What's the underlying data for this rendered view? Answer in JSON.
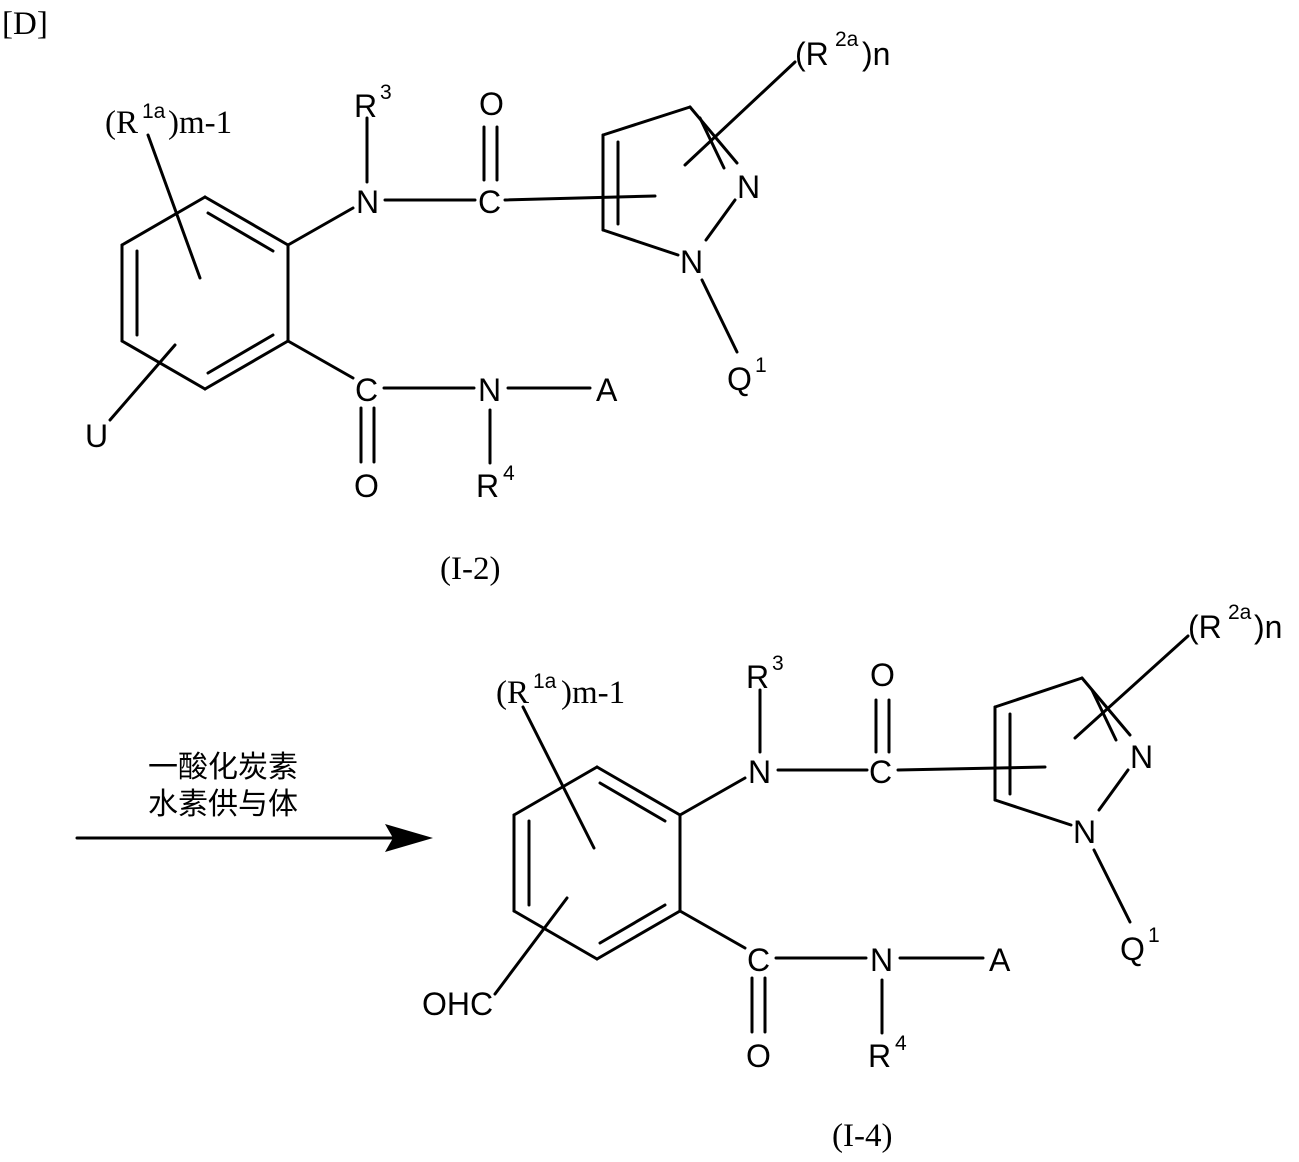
{
  "scheme_label": "[D]",
  "reactant": {
    "label": "(I-2)",
    "r1a_sub": "(R",
    "r1a_sup": "1a",
    "r1a_suffix": ")m-1",
    "r3": "R",
    "r3_sup": "3",
    "r2a_open": "(R",
    "r2a_sup": "2a",
    "r2a_suffix": ")n",
    "n_amide": "N",
    "c_amide": "C",
    "o_amide": "O",
    "pyrazole_n2": "N",
    "pyrazole_n1": "N",
    "q1": "Q",
    "q1_sup": "1",
    "c_lower": "C",
    "n_lower": "N",
    "a": "A",
    "o_lower": "O",
    "r4": "R",
    "r4_sup": "4",
    "u": "U"
  },
  "arrow": {
    "reagent_line1": "一酸化炭素",
    "reagent_line2": "水素供与体"
  },
  "product": {
    "label": "(I-4)",
    "r1a_sub": "(R",
    "r1a_sup": "1a",
    "r1a_suffix": ")m-1",
    "r3": "R",
    "r3_sup": "3",
    "r2a_open": "(R",
    "r2a_sup": "2a",
    "r2a_suffix": ")n",
    "n_amide": "N",
    "c_amide": "C",
    "o_amide": "O",
    "pyrazole_n2": "N",
    "pyrazole_n1": "N",
    "q1": "Q",
    "q1_sup": "1",
    "c_lower": "C",
    "n_lower": "N",
    "a": "A",
    "o_lower": "O",
    "r4": "R",
    "r4_sup": "4",
    "ohc": "OHC"
  }
}
